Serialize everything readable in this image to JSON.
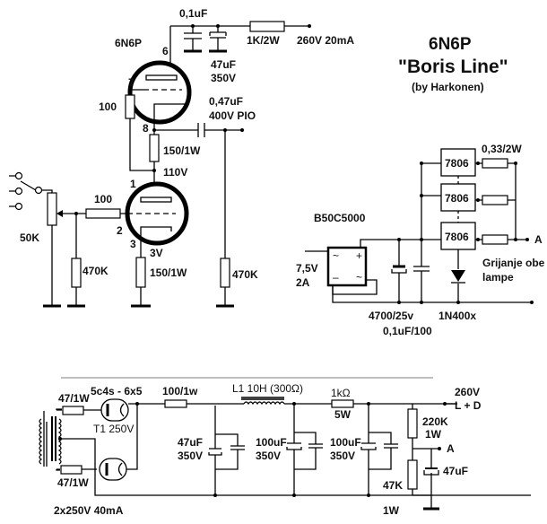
{
  "title": {
    "line1": "6N6P",
    "line2": "\"Boris Line\"",
    "line3": "(by Harkonen)"
  },
  "amplifier": {
    "tube_label": "6N6P",
    "pins": {
      "p6": "6",
      "p7": "7",
      "p8": "8",
      "p1": "1",
      "p2": "2",
      "p3": "3"
    },
    "c_01uf": "0,1uF",
    "c_47uf": "47uF",
    "c_47uf_v": "350V",
    "r_1k": "1K/2W",
    "b_plus": "260V  20mA",
    "r_100_top": "100",
    "c_out": "0,47uF",
    "c_out_v": "400V PIO",
    "r_150_top": "150/1W",
    "v_110": "110V",
    "r_100_grid": "100",
    "v_3": "3V",
    "r_150_bot": "150/1W",
    "pot": "50K",
    "r_470k_in": "470K",
    "r_470k_out": "470K"
  },
  "heater_supply": {
    "bridge": "B50C5000",
    "bridge_symbols": {
      "ac1": "~",
      "plus": "+",
      "minus": "–",
      "ac2": "~"
    },
    "input_v": "7,5V",
    "input_a": "2A",
    "regulators": [
      "7806",
      "7806",
      "7806"
    ],
    "r_033": "0,33/2W",
    "out_label": "A",
    "note_line1": "Grijanje obe",
    "note_line2": "lampe",
    "c_4700": "4700/25v",
    "c_01": "0,1uF/100",
    "diode": "1N400x"
  },
  "hv_supply": {
    "rect_tubes": "5c4s - 6x5",
    "r_47_top": "47/1W",
    "r_47_bot": "47/1W",
    "transformer": "T1 250V",
    "transformer_rating": "2x250V 40mA",
    "r_100_1w": "100/1w",
    "c1": "47uF",
    "c1_v": "350V",
    "choke": "L1 10H (300Ω)",
    "c2": "100uF",
    "c2_v": "350V",
    "r_1k": "1kΩ",
    "r_1k_w": "5W",
    "c3": "100uF",
    "c3_v": "350V",
    "out_v": "260V",
    "out_label": "L + D",
    "r_220k": "220K",
    "r_220k_w": "1W",
    "tap_label": "A",
    "c_47": "47uF",
    "r_47k": "47K",
    "r_47k_w": "1W"
  }
}
